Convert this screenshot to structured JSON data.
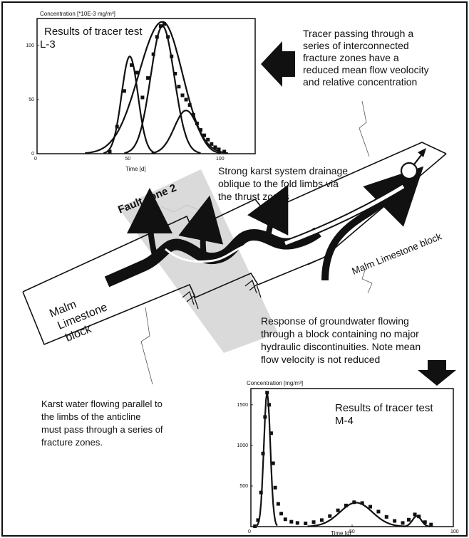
{
  "annotations": {
    "reduced_velocity": [
      "Tracer passing through a",
      "series of interconnected",
      "fracture zones have a",
      "reduced mean flow veolocity",
      "and relative concentration"
    ],
    "karst_drainage": [
      "Strong karst system drainage",
      "oblique to the fold limbs via",
      "the thrust zones"
    ],
    "groundwater_response": [
      "Response of groundwater flowing",
      "through a block containing no major",
      "hydraulic discontinuities. Note mean",
      "flow velocity is not reduced"
    ],
    "karst_parallel": [
      "Karst water flowing parallel to",
      "the limbs of the anticline",
      "must pass through a series of",
      "fracture zones."
    ]
  },
  "labels": {
    "fault_zone": "Fault zone 2",
    "malm_block_left": [
      "Malm",
      "Limestone",
      "block"
    ],
    "malm_block_right": "Malm Limestone block"
  },
  "chart_data": [
    {
      "type": "line",
      "title": "Results of tracer test",
      "title_line2": "L-3",
      "ylabel": "Concentration [*10E-3 mg/m³]",
      "xlabel": "Time [d]",
      "xlim": [
        0,
        120
      ],
      "ylim": [
        0,
        125
      ],
      "x_ticks": [
        "0",
        "50",
        "100"
      ],
      "x_tick_values": [
        0,
        50,
        100
      ],
      "y_ticks": [
        "0",
        "50",
        "100"
      ],
      "y_tick_values": [
        0,
        50,
        100
      ],
      "observed": [
        {
          "x": 40,
          "y": 2
        },
        {
          "x": 44,
          "y": 25
        },
        {
          "x": 48,
          "y": 58
        },
        {
          "x": 52,
          "y": 82
        },
        {
          "x": 55,
          "y": 75
        },
        {
          "x": 58,
          "y": 52
        },
        {
          "x": 61,
          "y": 70
        },
        {
          "x": 64,
          "y": 92
        },
        {
          "x": 66,
          "y": 108
        },
        {
          "x": 68,
          "y": 118
        },
        {
          "x": 70,
          "y": 120
        },
        {
          "x": 72,
          "y": 108
        },
        {
          "x": 74,
          "y": 90
        },
        {
          "x": 76,
          "y": 74
        },
        {
          "x": 78,
          "y": 62
        },
        {
          "x": 80,
          "y": 54
        },
        {
          "x": 82,
          "y": 50
        },
        {
          "x": 84,
          "y": 45
        },
        {
          "x": 86,
          "y": 36
        },
        {
          "x": 88,
          "y": 28
        },
        {
          "x": 90,
          "y": 22
        },
        {
          "x": 92,
          "y": 17
        },
        {
          "x": 94,
          "y": 13
        },
        {
          "x": 96,
          "y": 9
        },
        {
          "x": 98,
          "y": 6
        },
        {
          "x": 100,
          "y": 4
        },
        {
          "x": 103,
          "y": 2
        }
      ],
      "fits": [
        {
          "peak_x": 51,
          "peak_y": 90,
          "width": 4.5
        },
        {
          "peak_x": 69,
          "peak_y": 118,
          "width": 6.5
        },
        {
          "peak_x": 82,
          "peak_y": 40,
          "width": 6.5
        }
      ],
      "envelope": {
        "peak_x": 69,
        "peak_y": 122,
        "left_width": 13,
        "right_width": 11
      }
    },
    {
      "type": "line",
      "title": "Results of tracer test",
      "title_line2": "M-4",
      "ylabel": "Concentration [mg/m³]",
      "xlabel": "Time [d]",
      "xlim": [
        0,
        100
      ],
      "ylim": [
        0,
        1700
      ],
      "x_ticks": [
        "0",
        "50",
        "100"
      ],
      "x_tick_values": [
        0,
        50,
        100
      ],
      "y_ticks": [
        "500",
        "1000",
        "1500"
      ],
      "y_tick_values": [
        500,
        1000,
        1500
      ],
      "observed": [
        {
          "x": 2,
          "y": 5
        },
        {
          "x": 3.5,
          "y": 80
        },
        {
          "x": 5,
          "y": 420
        },
        {
          "x": 6,
          "y": 900
        },
        {
          "x": 7,
          "y": 1350
        },
        {
          "x": 8,
          "y": 1650
        },
        {
          "x": 9,
          "y": 1500
        },
        {
          "x": 10,
          "y": 1150
        },
        {
          "x": 11,
          "y": 780
        },
        {
          "x": 12,
          "y": 480
        },
        {
          "x": 13.5,
          "y": 280
        },
        {
          "x": 15,
          "y": 160
        },
        {
          "x": 17,
          "y": 90
        },
        {
          "x": 20,
          "y": 60
        },
        {
          "x": 23,
          "y": 45
        },
        {
          "x": 27,
          "y": 40
        },
        {
          "x": 31,
          "y": 55
        },
        {
          "x": 35,
          "y": 80
        },
        {
          "x": 39,
          "y": 130
        },
        {
          "x": 43,
          "y": 200
        },
        {
          "x": 47,
          "y": 260
        },
        {
          "x": 51,
          "y": 300
        },
        {
          "x": 55,
          "y": 290
        },
        {
          "x": 59,
          "y": 245
        },
        {
          "x": 63,
          "y": 185
        },
        {
          "x": 67,
          "y": 120
        },
        {
          "x": 71,
          "y": 70
        },
        {
          "x": 75,
          "y": 45
        },
        {
          "x": 78,
          "y": 85
        },
        {
          "x": 81,
          "y": 150
        },
        {
          "x": 83,
          "y": 125
        },
        {
          "x": 86,
          "y": 55
        },
        {
          "x": 89,
          "y": 25
        }
      ],
      "fits": [
        {
          "peak_x": 8,
          "peak_y": 1650,
          "width": 1.6
        },
        {
          "peak_x": 52,
          "peak_y": 295,
          "width": 8
        },
        {
          "peak_x": 82,
          "peak_y": 130,
          "width": 2.2
        }
      ]
    }
  ]
}
